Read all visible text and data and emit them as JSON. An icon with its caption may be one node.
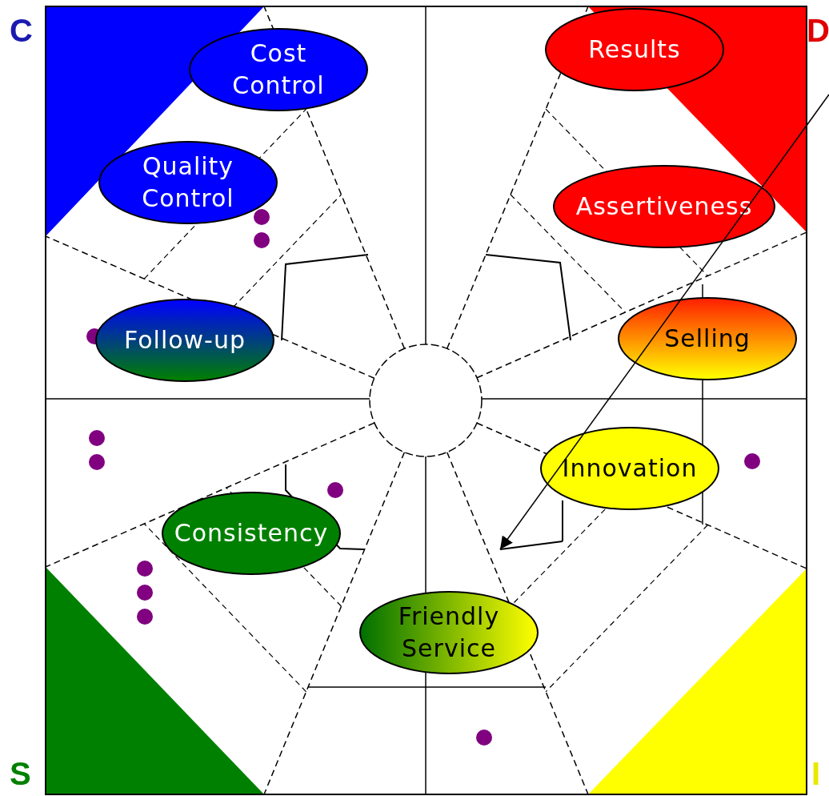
{
  "diagram": {
    "nodes": [
      {
        "text": [
          "Cost Control"
        ]
      },
      {
        "text": [
          "Results"
        ]
      },
      {
        "text": [
          "Quality Control"
        ]
      },
      {
        "text": [
          "Assertiveness"
        ]
      },
      {
        "text": [
          "Follow-up"
        ]
      },
      {
        "text": [
          "Selling"
        ]
      },
      {
        "text": [
          "Innovation"
        ]
      },
      {
        "text": [
          "Consistency"
        ]
      },
      {
        "text": [
          "Friendly Service"
        ]
      },
      {
        "text": [],
        "shape": "line"
      }
    ],
    "edges": [
      {
        "from": null,
        "to": 9,
        "arrow": "to"
      }
    ],
    "labels": [
      "C",
      "D",
      "S",
      "I"
    ]
  }
}
